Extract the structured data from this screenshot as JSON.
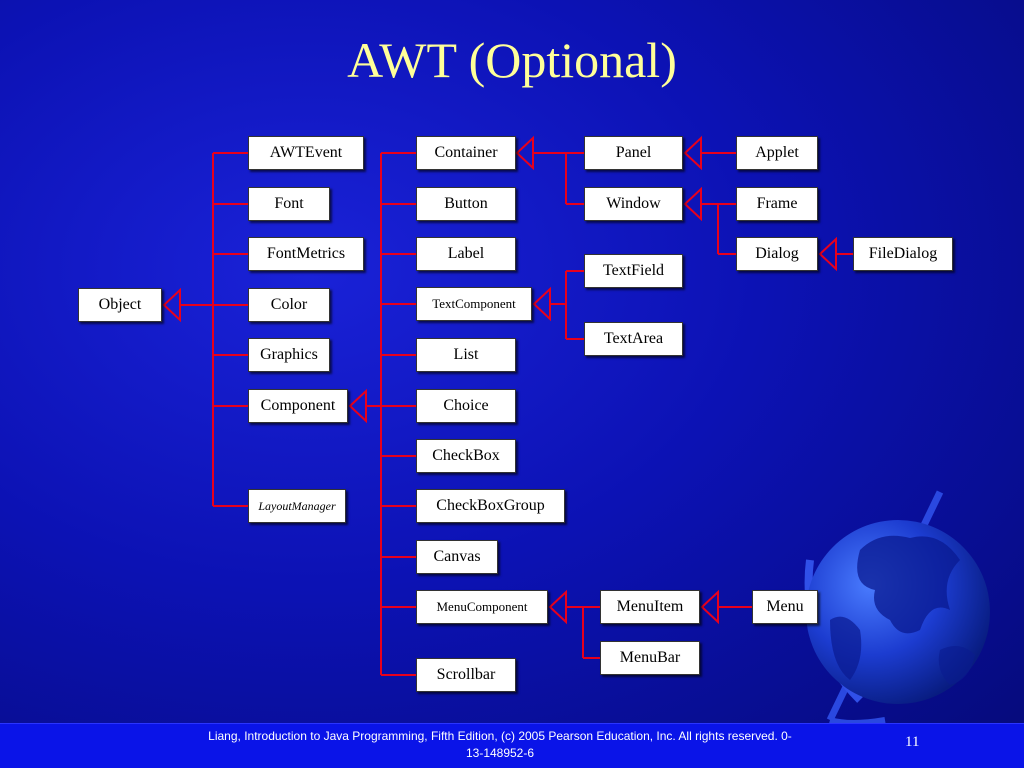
{
  "slide": {
    "title": "AWT (Optional)",
    "footer": "Liang, Introduction to Java Programming, Fifth Edition, (c) 2005 Pearson Education, Inc. All rights reserved. 0-13-148952-6",
    "page_number": "11"
  },
  "classes": {
    "object": "Object",
    "awtevent": "AWTEvent",
    "font": "Font",
    "fontmetrics": "FontMetrics",
    "color": "Color",
    "graphics": "Graphics",
    "component": "Component",
    "layoutmanager": "LayoutManager",
    "container": "Container",
    "button": "Button",
    "label": "Label",
    "textcomponent": "TextComponent",
    "list": "List",
    "choice": "Choice",
    "checkbox": "CheckBox",
    "checkboxgroup": "CheckBoxGroup",
    "canvas": "Canvas",
    "menucomponent": "MenuComponent",
    "scrollbar": "Scrollbar",
    "panel": "Panel",
    "window": "Window",
    "textfield": "TextField",
    "textarea": "TextArea",
    "applet": "Applet",
    "frame": "Frame",
    "dialog": "Dialog",
    "filedialog": "FileDialog",
    "menuitem": "MenuItem",
    "menubar": "MenuBar",
    "menu": "Menu"
  },
  "colors": {
    "background": "#0c12b4",
    "title": "#ffff99",
    "connector": "#e8001c",
    "box_fill": "#ffffff",
    "footer": "#0a14e8"
  }
}
